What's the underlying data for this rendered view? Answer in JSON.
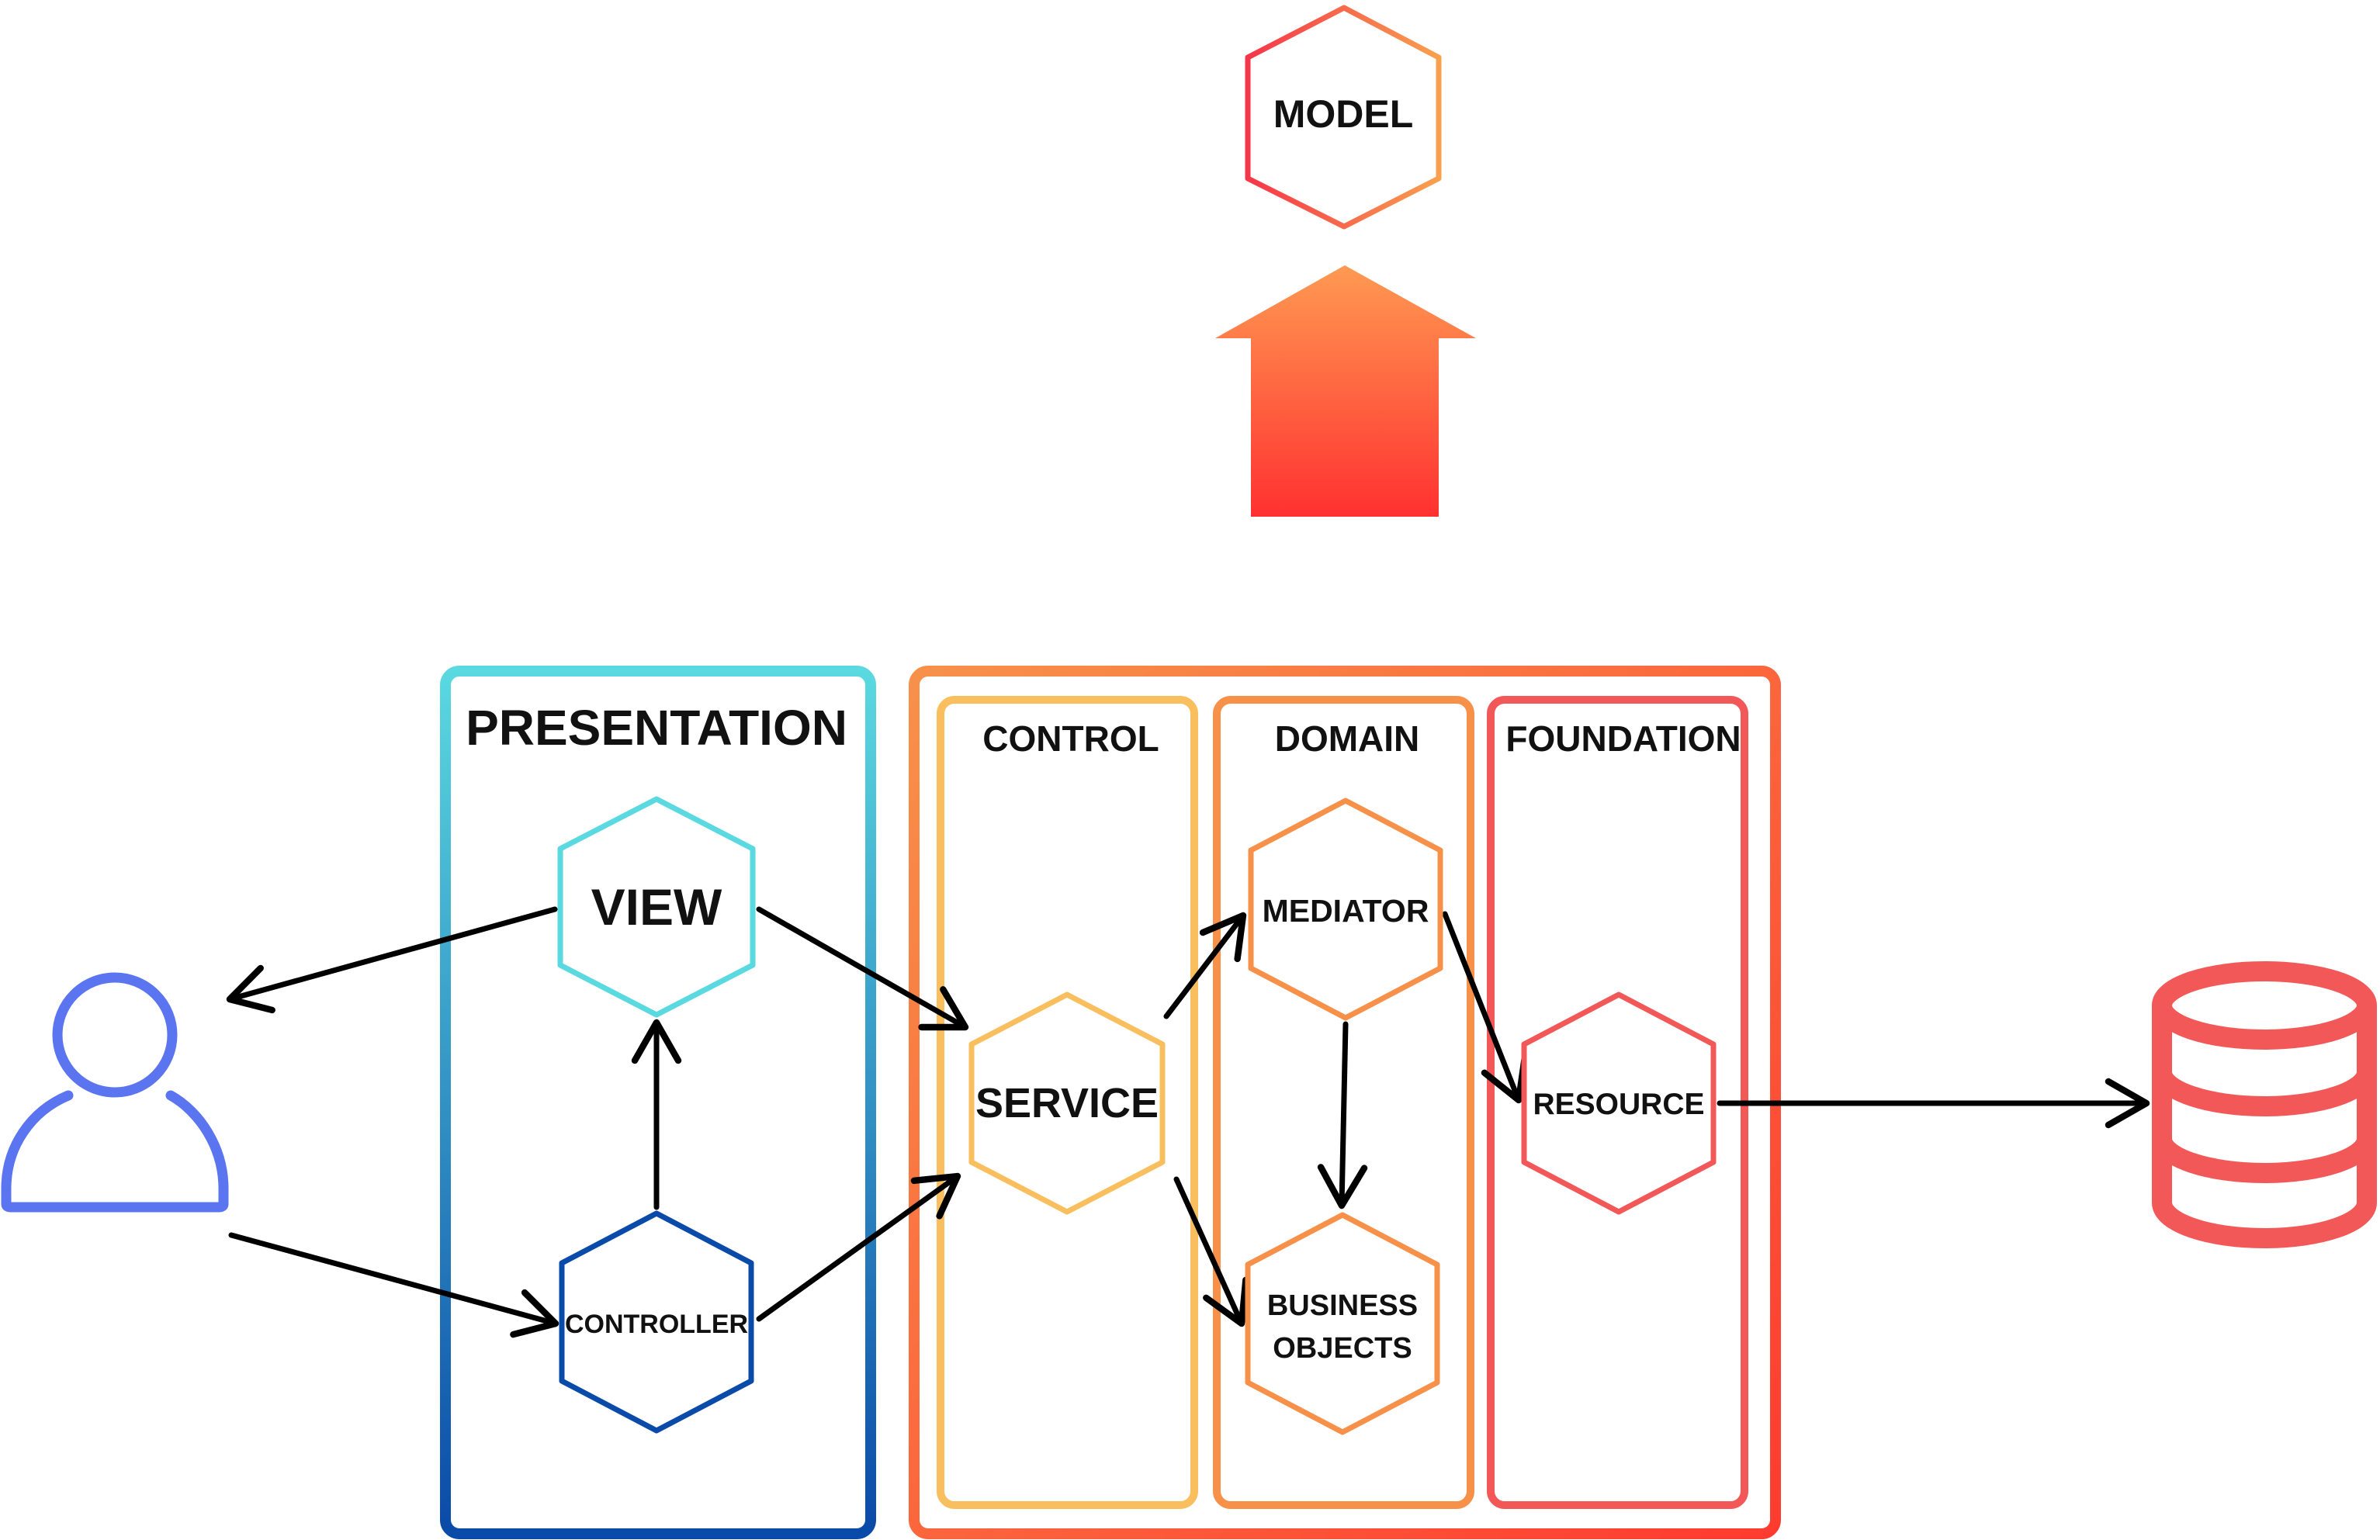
{
  "model": {
    "label": "MODEL"
  },
  "presentation": {
    "title": "PRESENTATION",
    "view": "VIEW",
    "controller": "CONTROLLER"
  },
  "backend": {
    "control": {
      "title": "CONTROL",
      "service": "SERVICE"
    },
    "domain": {
      "title": "DOMAIN",
      "mediator": "MEDIATOR",
      "business_line1": "BUSINESS",
      "business_line2": "OBJECTS"
    },
    "foundation": {
      "title": "FOUNDATION",
      "resource": "RESOURCE"
    }
  },
  "icons": {
    "user": "user-icon",
    "database": "database-icon",
    "up_arrow": "arrow-up-icon"
  },
  "colors": {
    "cyan": "#5ad9e0",
    "blue": "#0a4aa8",
    "user_blue": "#5b74f0",
    "orange": "#f7914a",
    "yellow": "#f9bf5e",
    "red": "#f25858",
    "bright_red": "#ff3b30"
  }
}
